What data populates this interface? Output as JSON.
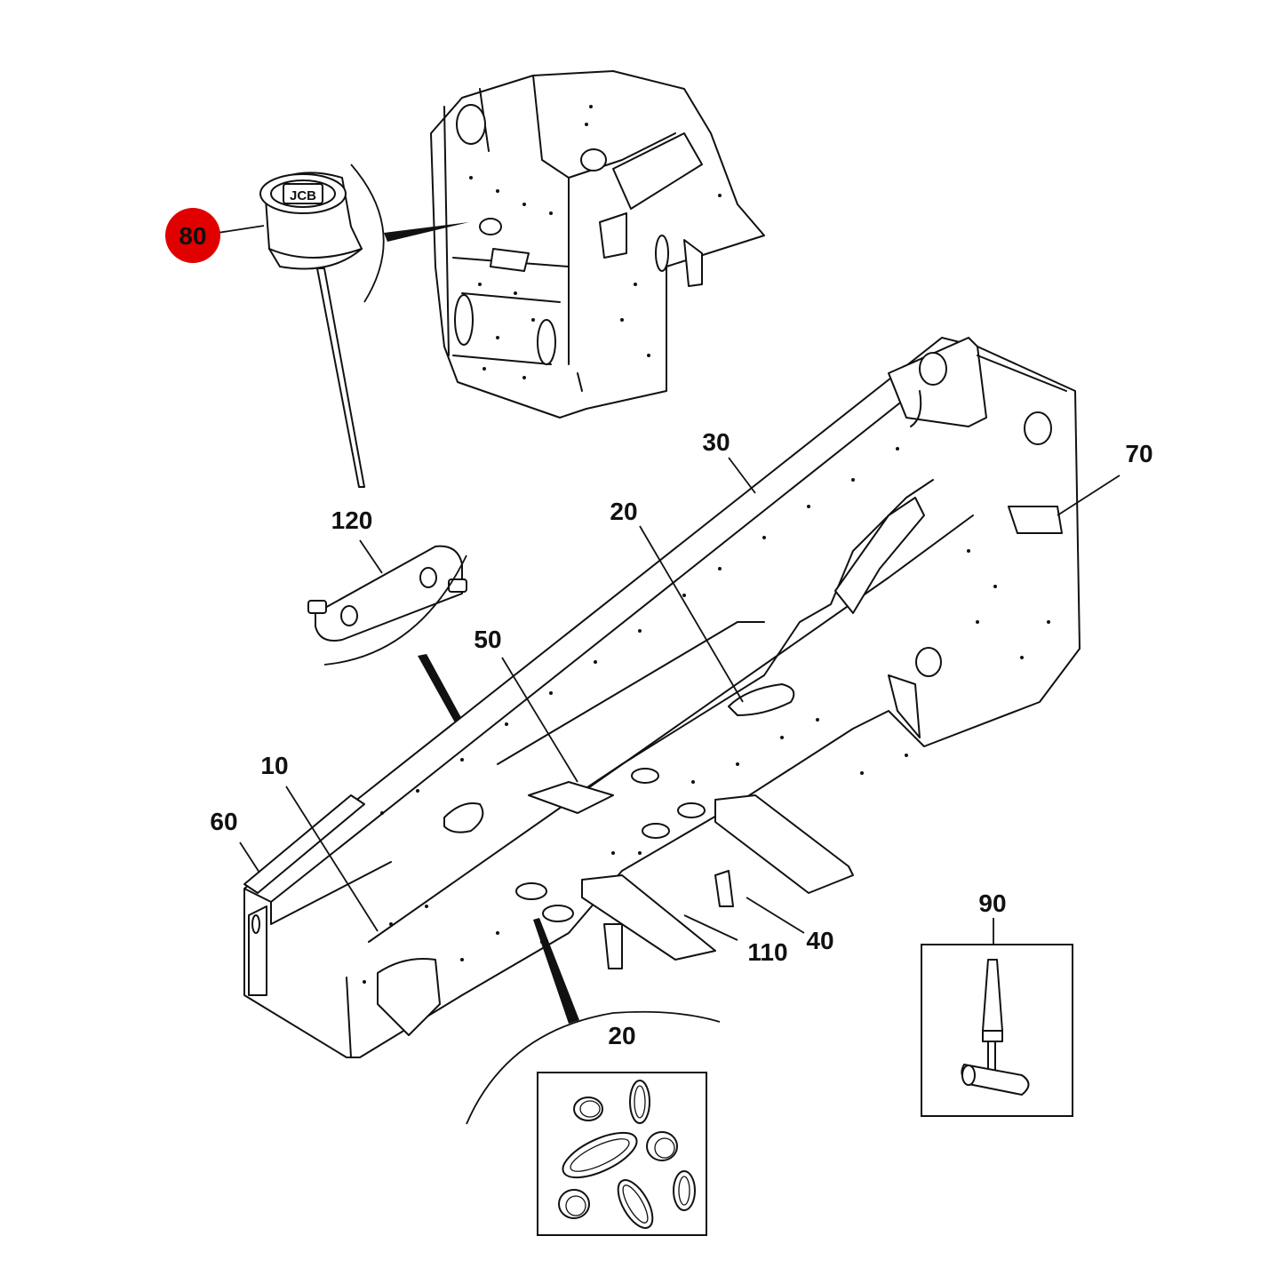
{
  "highlight_color": "#e10000",
  "line_color": "#111111",
  "callouts": {
    "c80": "80",
    "c30": "30",
    "c70": "70",
    "c20a": "20",
    "c120": "120",
    "c50": "50",
    "c10": "10",
    "c60": "60",
    "c90": "90",
    "c110": "110",
    "c40": "40",
    "c20b": "20"
  },
  "logo": {
    "text": "JCB"
  }
}
